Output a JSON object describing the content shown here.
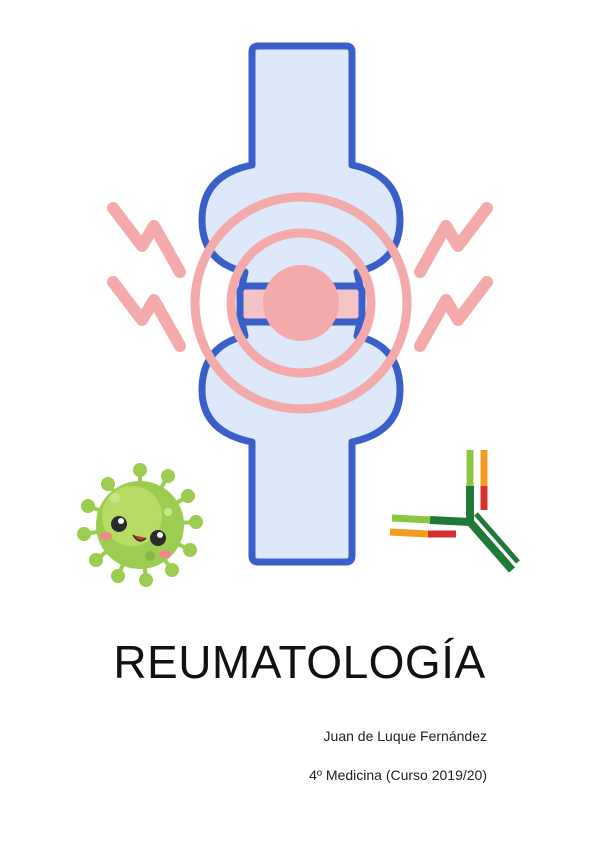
{
  "cover": {
    "title": "REUMATOLOGÍA",
    "author": "Juan de Luque Fernández",
    "course": "4º Medicina (Curso 2019/20)"
  },
  "illustration": {
    "joint_icon": "joint-inflammation-icon",
    "virus_icon": "virus-mascot-icon",
    "antibody_icon": "antibody-icon",
    "colors": {
      "bone_outline": "#3a5fc8",
      "bone_fill": "#dde9fb",
      "inflammation": "#f4a9ab",
      "virus_body": "#9ccc50",
      "virus_light": "#b7dc63",
      "antibody_dark_green": "#1f7a3a",
      "antibody_light_green": "#8cc63e",
      "antibody_orange": "#f39c1f",
      "antibody_red": "#d62f2f"
    }
  }
}
